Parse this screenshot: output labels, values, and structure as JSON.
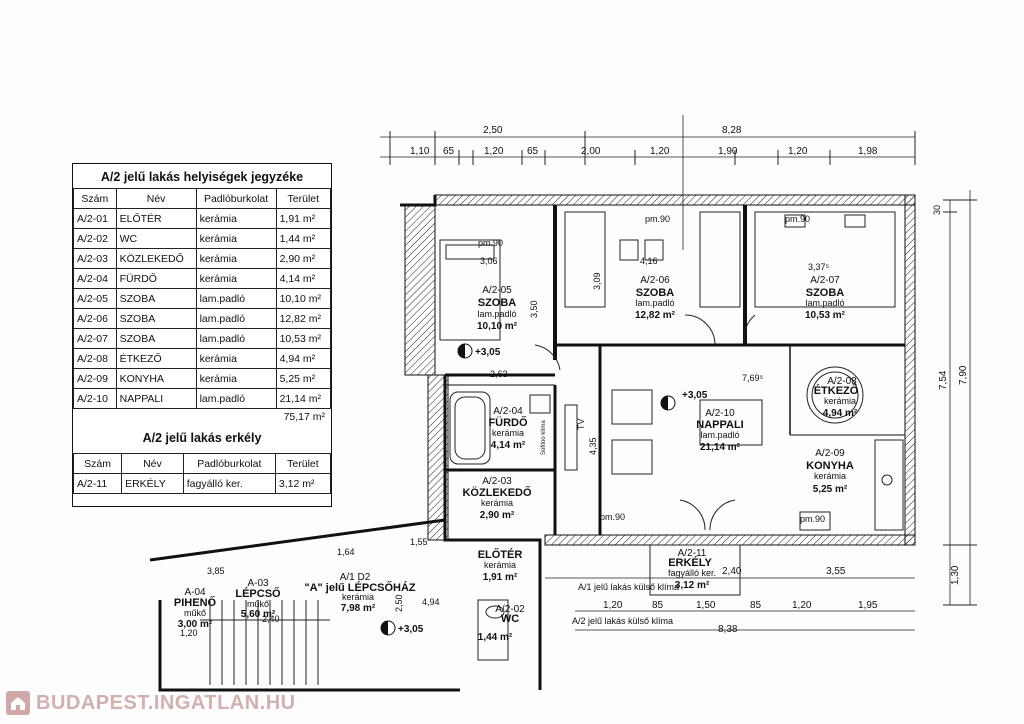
{
  "legend": {
    "title": "A/2 jelű lakás helyiségek jegyzéke",
    "headers": [
      "Szám",
      "Név",
      "Padlóburkolat",
      "Terület"
    ],
    "rows": [
      [
        "A/2-01",
        "ELŐTÉR",
        "kerámia",
        "1,91 m²"
      ],
      [
        "A/2-02",
        "WC",
        "kerámia",
        "1,44 m²"
      ],
      [
        "A/2-03",
        "KÖZLEKEDŐ",
        "kerámia",
        "2,90 m²"
      ],
      [
        "A/2-04",
        "FÜRDŐ",
        "kerámia",
        "4,14 m²"
      ],
      [
        "A/2-05",
        "SZOBA",
        "lam.padló",
        "10,10 m²"
      ],
      [
        "A/2-06",
        "SZOBA",
        "lam.padló",
        "12,82 m²"
      ],
      [
        "A/2-07",
        "SZOBA",
        "lam.padló",
        "10,53 m²"
      ],
      [
        "A/2-08",
        "ÉTKEZŐ",
        "kerámia",
        "4,94 m²"
      ],
      [
        "A/2-09",
        "KONYHA",
        "kerámia",
        "5,25 m²"
      ],
      [
        "A/2-10",
        "NAPPALI",
        "lam.padló",
        "21,14 m²"
      ]
    ],
    "total": "75,17 m²",
    "balcony_title": "A/2 jelű lakás erkély",
    "balcony_headers": [
      "Szám",
      "Név",
      "Padlóburkolat",
      "Terület"
    ],
    "balcony_rows": [
      [
        "A/2-11",
        "ERKÉLY",
        "fagyálló ker.",
        "3,12 m²"
      ]
    ]
  },
  "rooms": {
    "r05": {
      "num": "A/2-05",
      "name": "SZOBA",
      "floor": "lam.padló",
      "area": "10,10 m²"
    },
    "r06": {
      "num": "A/2-06",
      "name": "SZOBA",
      "floor": "lam.padló",
      "area": "12,82 m²"
    },
    "r07": {
      "num": "A/2-07",
      "name": "SZOBA",
      "floor": "lam.padló",
      "area": "10,53 m²"
    },
    "r08": {
      "num": "A/2-08",
      "name": "ÉTKEZŐ",
      "floor": "kerámia",
      "area": "4,94 m²"
    },
    "r09": {
      "num": "A/2-09",
      "name": "KONYHA",
      "floor": "kerámia",
      "area": "5,25 m²"
    },
    "r10": {
      "num": "A/2-10",
      "name": "NAPPALI",
      "floor": "lam.padló",
      "area": "21,14 m²"
    },
    "r04": {
      "num": "A/2-04",
      "name": "FÜRDŐ",
      "floor": "kerámia",
      "area": "4,14 m²"
    },
    "r03": {
      "num": "A/2-03",
      "name": "KÖZLEKEDŐ",
      "floor": "kerámia",
      "area": "2,90 m²"
    },
    "r01": {
      "num": "",
      "name": "ELŐTÉR",
      "floor": "kerámia",
      "area": "1,91 m²"
    },
    "r11": {
      "num": "A/2-11",
      "name": "ERKÉLY",
      "floor": "fagyálló ker.",
      "area": "3,12 m²"
    },
    "r02": {
      "num": "A/2-02",
      "name": "WC",
      "area": "1,44 m²"
    },
    "stair": {
      "num": "A/1 D2",
      "name": "\"A\" jelű LÉPCSŐHÁZ",
      "floor": "kerámia",
      "area": "7,98 m²"
    },
    "landing": {
      "num": "A-04",
      "name": "PIHENŐ",
      "floor": "műkő",
      "area": "3,00 m²"
    },
    "stairs2": {
      "num": "A-03",
      "name": "LÉPCSŐ",
      "floor": "műkő",
      "area": "5,60 m²"
    }
  },
  "levels": {
    "main": "+3,05",
    "room05": "+3,05",
    "stair": "+3,05"
  },
  "dims_top1": [
    "2,50",
    "8,28"
  ],
  "dims_top2": [
    "1,10",
    "65",
    "1,20",
    "65",
    "2,00",
    "1,20",
    "1,90",
    "1,20",
    "1,98"
  ],
  "dims_bottom": [
    "1,20",
    "85",
    "1,50",
    "85",
    "1,20",
    "1,95"
  ],
  "dims_bottom2": [
    "2,40",
    "3,55",
    "8,38"
  ],
  "dims_right": [
    "30",
    "7,54",
    "7,90",
    "1,30"
  ],
  "inner_dims": [
    "3,06",
    "4,16",
    "3,37⁵",
    "3,09",
    "3,50",
    "2,63",
    "7,69⁵",
    "4,35",
    "1,64",
    "1,55",
    "4,94",
    "2,50",
    "3,85",
    "2,40",
    "1,20",
    "pm.90"
  ],
  "ac_labels": [
    "A/1 jelű lakás külső klíma",
    "A/2 jelű lakás külső klíma"
  ],
  "appliance": {
    "tv": "TV",
    "shower": "Sofitoo klíma"
  },
  "logo": {
    "text": "BUDAPEST.INGATLAN.HU"
  }
}
